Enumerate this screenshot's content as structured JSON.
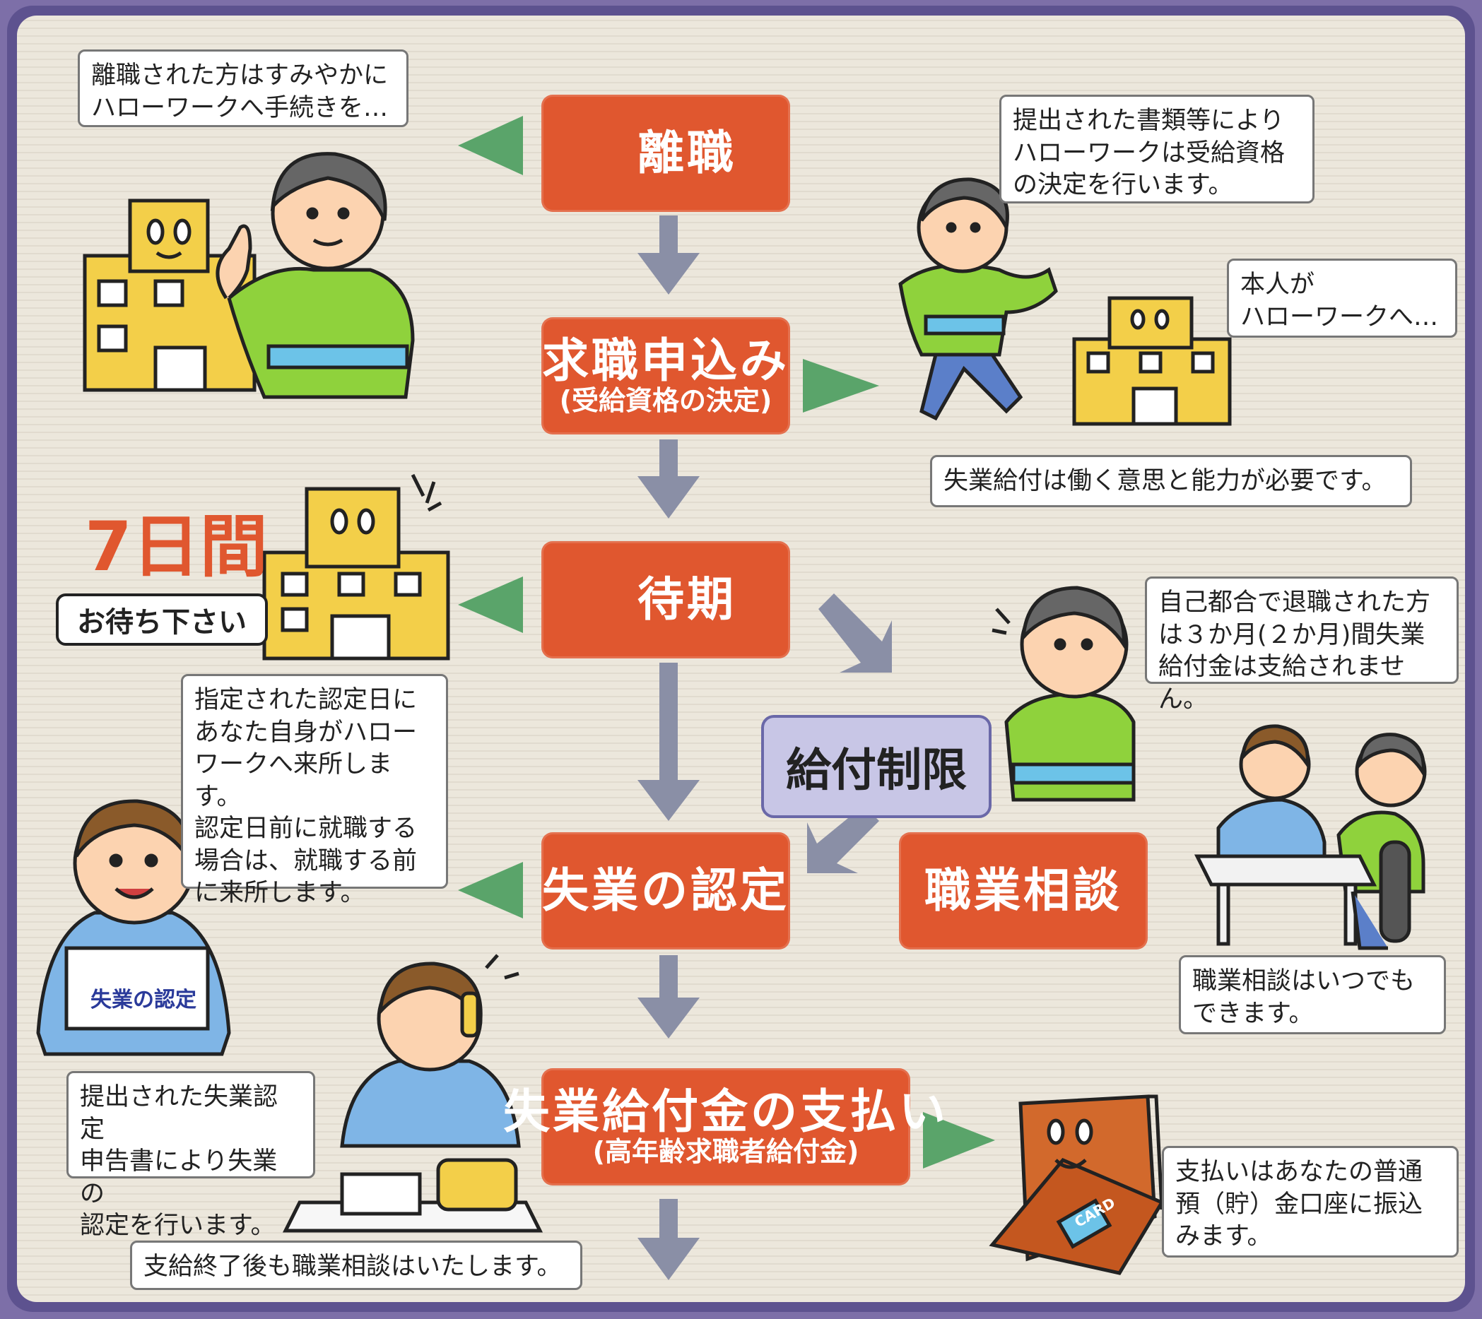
{
  "steps": {
    "s1": {
      "main": "離職"
    },
    "s2": {
      "main": "求職申込み",
      "sub": "(受給資格の決定)"
    },
    "s3": {
      "main": "待期"
    },
    "s4": {
      "main": "失業の認定"
    },
    "s5": {
      "main": "失業給付金の支払い",
      "sub": "(高年齢求職者給付金)"
    },
    "consult": {
      "main": "職業相談"
    },
    "restriction": {
      "main": "給付制限"
    }
  },
  "wait": {
    "days": "7日間",
    "please": "お待ち下さい"
  },
  "notes": {
    "n1": "離職された方はすみやかに\nハローワークへ手続きを…",
    "n2": "提出された書類等により\nハローワークは受給資格\nの決定を行います。",
    "n3": "本人が\nハローワークへ…",
    "n4": "失業給付は働く意思と能力が必要です。",
    "n5": "自己都合で退職された方\nは３か月(２か月)間失業\n給付金は支給されません。",
    "n6": "指定された認定日に\nあなた自身がハロー\nワークへ来所します。\n認定日前に就職する\n場合は、就職する前\nに来所します。",
    "n7": "職業相談はいつでも\nできます。",
    "n8": "提出された失業認定\n申告書により失業の\n認定を行います。",
    "n9": "支払いはあなたの普通\n預（貯）金口座に振込\nみます。",
    "n10": "支給終了後も職業相談はいたします。"
  },
  "sign_label": "失業の認定",
  "card_label": "CARD",
  "colors": {
    "step": "#e0572f",
    "arrow_down": "#8a8fa6",
    "arrow_side": "#5aa46a",
    "restrict_bg": "#c8c6e6",
    "frame": "#5d528f"
  }
}
